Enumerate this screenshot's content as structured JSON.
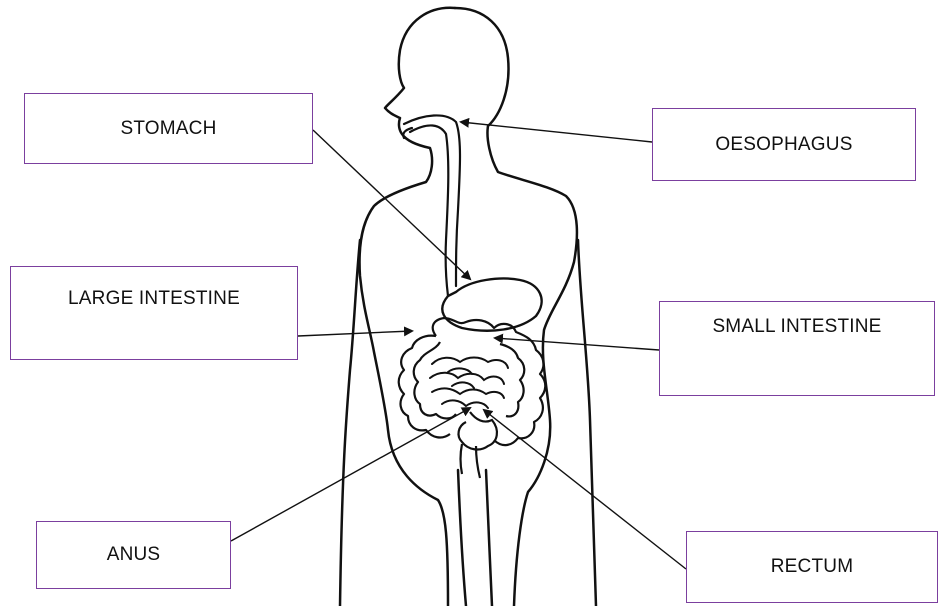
{
  "labels": {
    "stomach": "STOMACH",
    "oesophagus": "OESOPHAGUS",
    "large_intestine": "LARGE INTESTINE",
    "small_intestine": "SMALL INTESTINE",
    "anus": "ANUS",
    "rectum": "RECTUM"
  },
  "colors": {
    "box_border": "#7b3f9e",
    "outline": "#111111",
    "background": "#ffffff"
  }
}
